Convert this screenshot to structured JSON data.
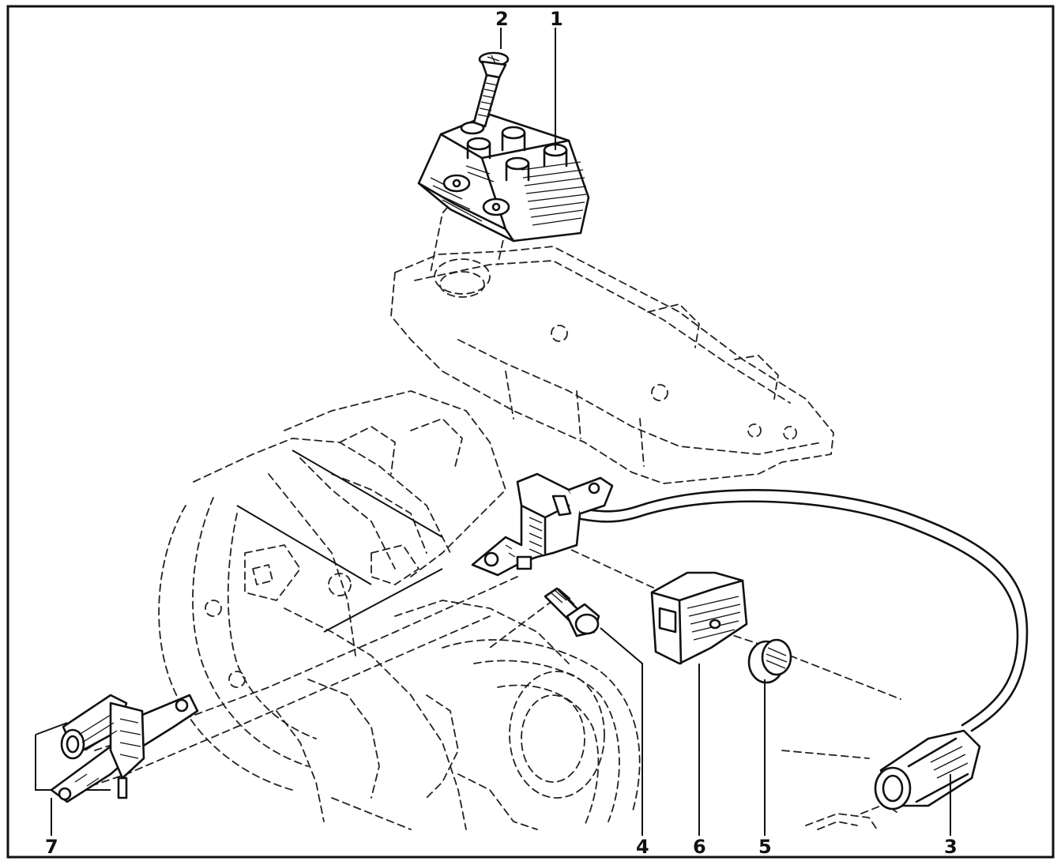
{
  "diagram": {
    "callouts": [
      {
        "id": "1",
        "label": "1"
      },
      {
        "id": "2",
        "label": "2"
      },
      {
        "id": "3",
        "label": "3"
      },
      {
        "id": "4",
        "label": "4"
      },
      {
        "id": "5",
        "label": "5"
      },
      {
        "id": "6",
        "label": "6"
      },
      {
        "id": "7",
        "label": "7"
      }
    ],
    "colors": {
      "ink": "#111111",
      "paper": "#ffffff"
    }
  }
}
